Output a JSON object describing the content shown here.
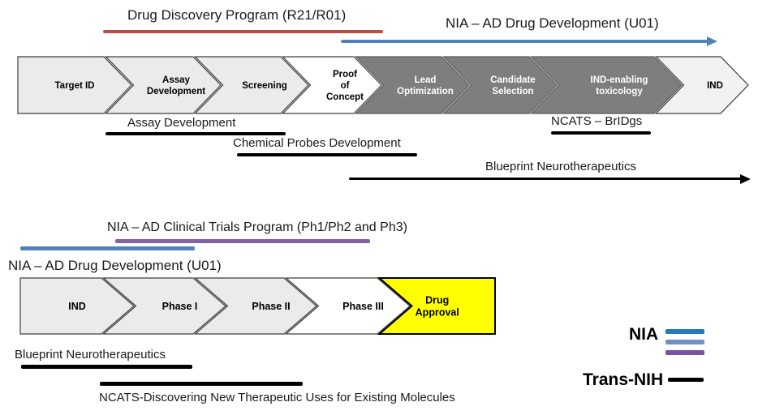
{
  "colors": {
    "red_line": "#BE4B48",
    "steel_blue": "#4F81BD",
    "purple": "#8064A2",
    "legend_blue_dark": "#2878BE",
    "legend_blue_light": "#7291C1",
    "legend_purple": "#7952A1",
    "black_line": "#000000",
    "chevron_light": "#EBEBEB",
    "chevron_lighter": "#F2F2F2",
    "chevron_white": "#FFFFFF",
    "chevron_dark": "#7E7E7E",
    "approval_yellow": "#FFFF00"
  },
  "top_section": {
    "programs": [
      {
        "label": "Drug Discovery Program (R21/R01)",
        "color": "#BE4B48",
        "marker": "line"
      },
      {
        "label": "NIA – AD Drug Development (U01)",
        "color": "#4F81BD",
        "marker": "arrow"
      }
    ],
    "pipeline": [
      {
        "label": "Target ID",
        "lines": [
          "Target ID"
        ],
        "style": "light"
      },
      {
        "label": "Assay Development",
        "lines": [
          "Assay",
          "Development"
        ],
        "style": "light"
      },
      {
        "label": "Screening",
        "lines": [
          "Screening"
        ],
        "style": "light"
      },
      {
        "label": "Proof of Concept",
        "lines": [
          "Proof",
          "of",
          "Concept"
        ],
        "style": "white"
      },
      {
        "label": "Lead Optimization",
        "lines": [
          "Lead",
          "Optimization"
        ],
        "style": "dark"
      },
      {
        "label": "Candidate Selection",
        "lines": [
          "Candidate",
          "Selection"
        ],
        "style": "dark"
      },
      {
        "label": "IND-enabling toxicology",
        "lines": [
          "IND-enabling",
          "toxicology"
        ],
        "style": "dark"
      },
      {
        "label": "IND",
        "lines": [
          "IND"
        ],
        "style": "lighter"
      }
    ],
    "annotations": [
      {
        "label": "Assay Development",
        "marker": "underline"
      },
      {
        "label": "Chemical Probes Development",
        "marker": "underline"
      },
      {
        "label": "NCATS – BrIDgs",
        "marker": "underline"
      },
      {
        "label": "Blueprint Neurotherapeutics",
        "marker": "arrow"
      }
    ]
  },
  "bottom_section": {
    "programs": [
      {
        "label": "NIA – AD Clinical Trials Program (Ph1/Ph2 and Ph3)",
        "color": "#8064A2",
        "marker": "line"
      },
      {
        "label": "NIA – AD Drug Development (U01)",
        "color": "#4F81BD",
        "marker": "line"
      }
    ],
    "pipeline": [
      {
        "label": "IND",
        "lines": [
          "IND"
        ],
        "style": "light"
      },
      {
        "label": "Phase I",
        "lines": [
          "Phase I"
        ],
        "style": "light"
      },
      {
        "label": "Phase II",
        "lines": [
          "Phase II"
        ],
        "style": "light"
      },
      {
        "label": "Phase III",
        "lines": [
          "Phase III"
        ],
        "style": "white"
      },
      {
        "label": "Drug Approval",
        "lines": [
          "Drug",
          "Approval"
        ],
        "style": "yellow"
      }
    ],
    "annotations": [
      {
        "label": "Blueprint Neurotherapeutics",
        "marker": "underline"
      },
      {
        "label": "NCATS-Discovering New Therapeutic Uses for Existing Molecules",
        "marker": "overline"
      }
    ]
  },
  "legend": {
    "entries": [
      {
        "label": "NIA",
        "line_colors": [
          "#2878BE",
          "#7291C1",
          "#7952A1"
        ]
      },
      {
        "label": "Trans-NIH",
        "line_colors": [
          "#000000"
        ]
      }
    ]
  }
}
